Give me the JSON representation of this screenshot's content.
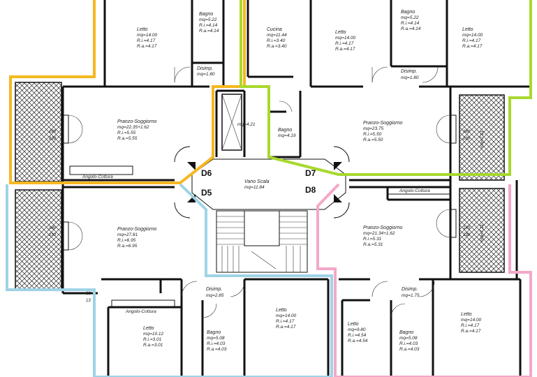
{
  "colors": {
    "orange": "#f5b820",
    "green": "#a8d82e",
    "blue": "#9fd3e6",
    "pink": "#f3a8c8"
  },
  "rooms": [
    {
      "id": "letto-tl",
      "lines": [
        "Letto",
        "mq=14.00",
        "R.i.=4.17",
        "R.a.=4.17"
      ]
    },
    {
      "id": "bagno-tl",
      "lines": [
        "Bagno",
        "mq=5.22",
        "R.i.=4.14",
        "R.a.=4.14"
      ]
    },
    {
      "id": "disimp-tl",
      "lines": [
        "Disimp.",
        "mq=1.80"
      ]
    },
    {
      "id": "cucina",
      "lines": [
        "Cucina",
        "mq=11.44",
        "R.i.=3.40",
        "R.a.=3.40"
      ]
    },
    {
      "id": "letto-tm",
      "lines": [
        "Letto",
        "mq=14.00",
        "R.i.=4.17",
        "R.a.=4.17"
      ]
    },
    {
      "id": "bagno-tr",
      "lines": [
        "Bagno",
        "mq=5.22",
        "R.i.=4.14",
        "R.a.=4.14"
      ]
    },
    {
      "id": "disimp-tr",
      "lines": [
        "Disimp.",
        "mq=1.80"
      ]
    },
    {
      "id": "letto-tr",
      "lines": [
        "Letto",
        "mq=14.00",
        "R.i.=4.17",
        "R.a.=4.17"
      ]
    },
    {
      "id": "pranzo-tl",
      "lines": [
        "Pranzo-Soggiorno",
        "mq=22.35+1.62",
        "R.i.=5.55",
        "R.a.=5.55"
      ]
    },
    {
      "id": "lift",
      "lines": [
        "mq=4.21"
      ]
    },
    {
      "id": "bagno-c",
      "lines": [
        "Bagno",
        "mq=4.19"
      ]
    },
    {
      "id": "pranzo-tr",
      "lines": [
        "Pranzo-Soggiorno",
        "mq=23.75",
        "R.i.=5.50",
        "R.a.=5.50"
      ]
    },
    {
      "id": "vano",
      "lines": [
        "Vano Scala",
        "mq=11.84"
      ]
    },
    {
      "id": "pranzo-bl",
      "lines": [
        "Pranzo-Soggiorno",
        "mq=27.81",
        "R.i.=6.95",
        "R.a.=6.95"
      ]
    },
    {
      "id": "pranzo-br",
      "lines": [
        "Pranzo-Soggiorno",
        "mq=21.34+1.62",
        "R.i.=5.31",
        "R.a.=5.31"
      ]
    },
    {
      "id": "disimp-bl",
      "lines": [
        "Disimp.",
        "mq=2.85"
      ]
    },
    {
      "id": "disimp-br",
      "lines": [
        "Disimp.",
        "mq=1.75"
      ]
    },
    {
      "id": "letto-bl",
      "lines": [
        "Letto",
        "mq=10.12",
        "R.i.=3.01",
        "R.a.=3.01"
      ]
    },
    {
      "id": "bagno-bl",
      "lines": [
        "Bagno",
        "mq=5.08",
        "R.i.=4.03",
        "R.a.=4.03"
      ]
    },
    {
      "id": "letto-bm",
      "lines": [
        "Letto",
        "mq=14.00",
        "R.i.=4.17",
        "R.a.=4.17"
      ]
    },
    {
      "id": "letto-bm2",
      "lines": [
        "Letto",
        "mq=9.80",
        "R.i.=4.54",
        "R.a.=4.54"
      ]
    },
    {
      "id": "bagno-br",
      "lines": [
        "Bagno",
        "mq=5.08",
        "R.i.=4.03",
        "R.a.=4.03"
      ]
    },
    {
      "id": "letto-br",
      "lines": [
        "Letto",
        "mq=14.00",
        "R.i.=4.17",
        "R.a.=4.17"
      ]
    }
  ],
  "labels": {
    "angolo_tl": "Angolo-Cottura",
    "angolo_tr": "Angolo-Cottura",
    "angolo_bl": "Angolo-Cottura",
    "door_tl": [
      "180",
      "230"
    ],
    "door_tr": [
      "180",
      "230"
    ],
    "door_bl": [
      "180",
      "230"
    ],
    "door_br": "180",
    "door_br2": "230",
    "balcony_tr": "mq=7.11",
    "balcony_br": "mq=7.11",
    "small_bl": [
      "80",
      "13"
    ]
  },
  "doors": {
    "d5": "D5",
    "d6": "D6",
    "d7": "D7",
    "d8": "D8"
  }
}
